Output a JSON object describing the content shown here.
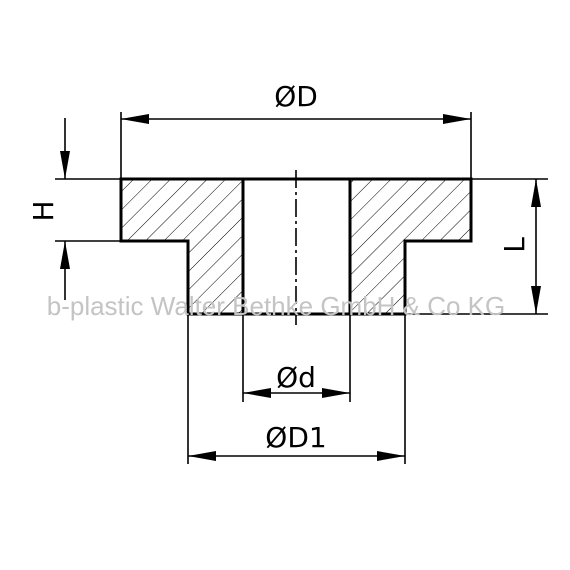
{
  "drawing": {
    "labels": {
      "outer_flange_diameter": "ØD",
      "bore_diameter": "Ød",
      "spigot_diameter": "ØD1",
      "flange_height": "H",
      "total_length": "L"
    },
    "watermark": "b-plastic Walter Bethke GmbH & Co KG",
    "colors": {
      "line": "#000000",
      "watermark": "#c4c4c4",
      "background": "#ffffff"
    }
  }
}
